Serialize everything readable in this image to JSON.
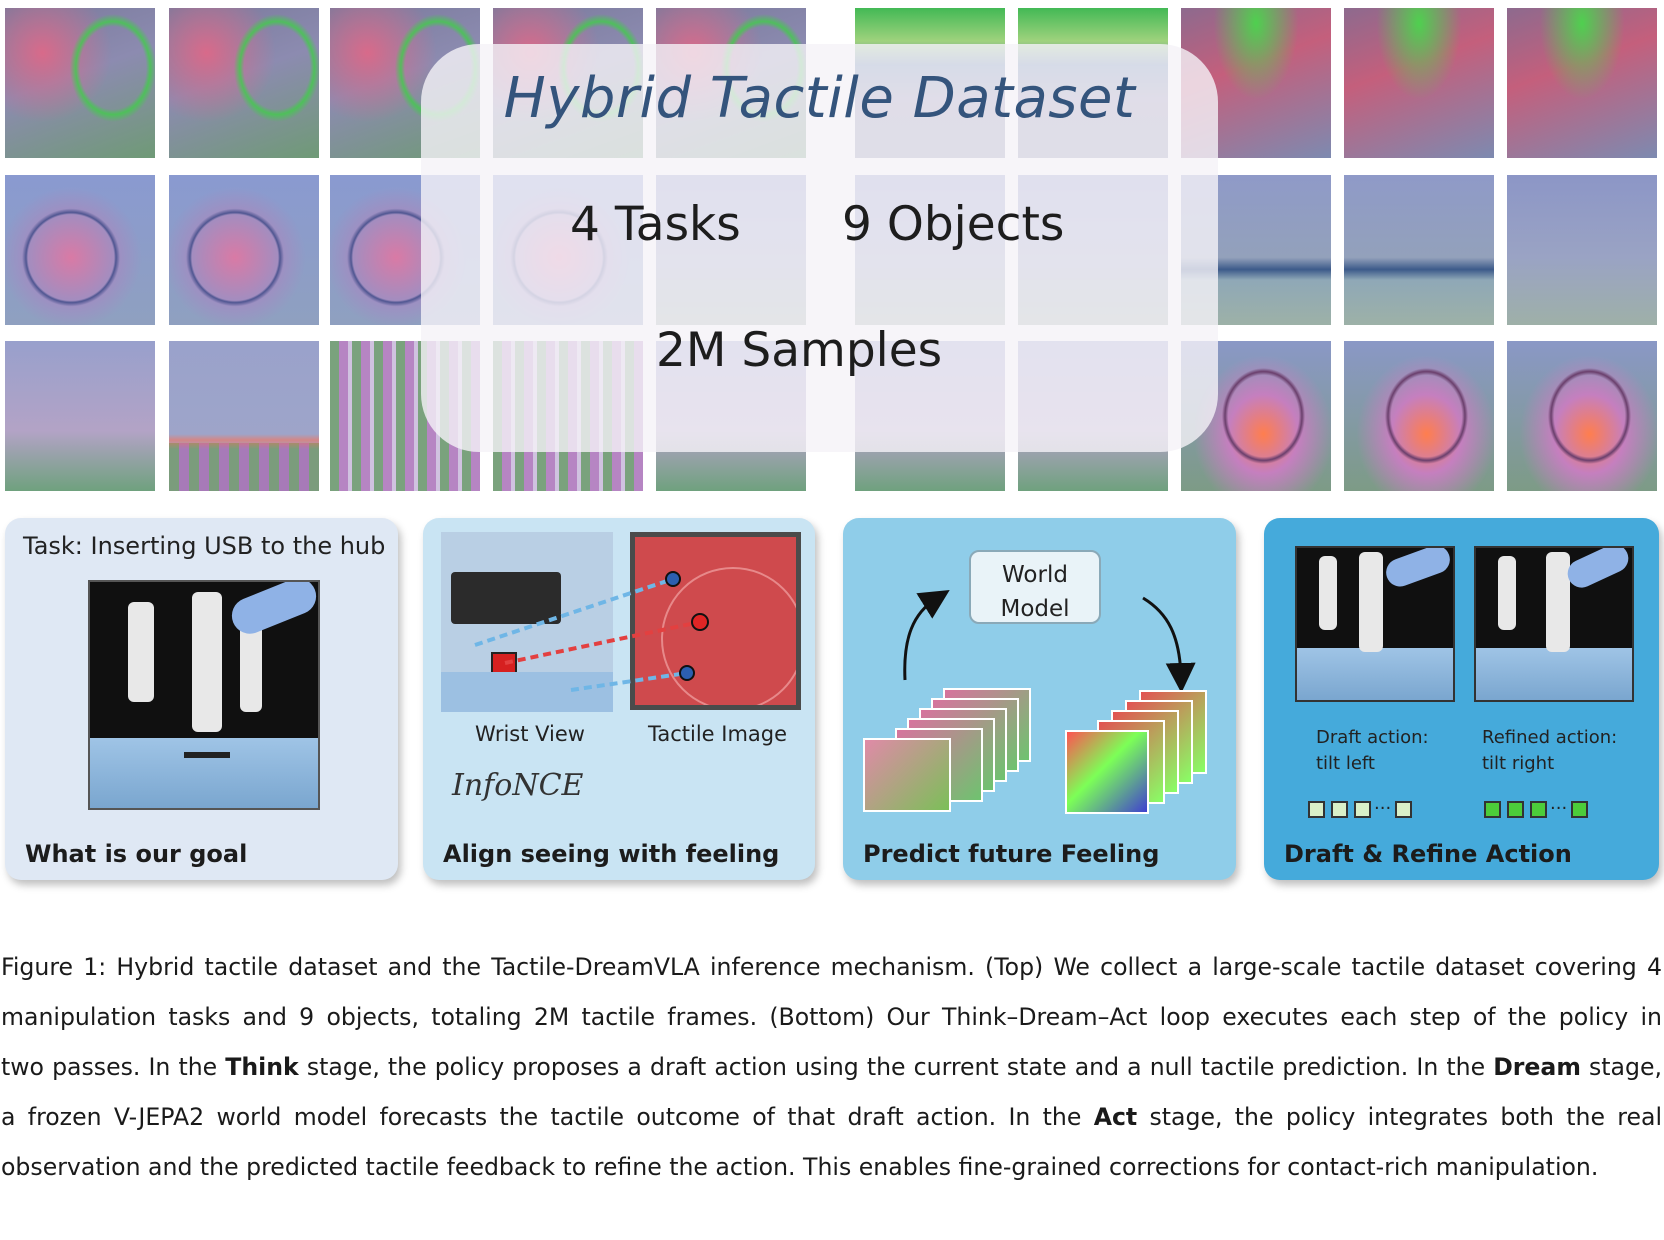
{
  "dataset": {
    "title": "Hybrid Tactile Dataset",
    "tasks": "4 Tasks",
    "objects": "9 Objects",
    "samples": "2M Samples"
  },
  "panels": {
    "goal": {
      "task_label": "Task: Inserting USB to the hub",
      "title": "What is our goal"
    },
    "align": {
      "wrist_label": "Wrist View",
      "tactile_label": "Tactile Image",
      "loss_label": "InfoNCE",
      "title": "Align seeing with feeling"
    },
    "predict": {
      "world_model_line1": "World",
      "world_model_line2": "Model",
      "title": "Predict future Feeling"
    },
    "refine": {
      "draft_line1": "Draft action:",
      "draft_line2": "tilt left",
      "refined_line1": "Refined action:",
      "refined_line2": "tilt right",
      "title": "Draft & Refine Action"
    }
  },
  "colors": {
    "title_blue": "#34547c",
    "panel_goal": "#dfe8f4",
    "panel_align": "#c9e4f3",
    "panel_predict": "#8fcde9",
    "panel_refine": "#45aadb"
  },
  "caption": {
    "l1": "Figure 1: Hybrid tactile dataset and the Tactile-DreamVLA inference mechanism. (Top) We collect a large-scale tactile dataset covering 4",
    "l2": "manipulation tasks and 9 objects, totaling 2M tactile frames. (Bottom) Our Think–Dream–Act loop executes each step of the policy in",
    "l3_a": "two passes. In the ",
    "l3_b": "Think",
    "l3_c": " stage, the policy proposes a draft action using the current state and a null tactile prediction. In the ",
    "l3_d": "Dream",
    "l3_e": " stage,",
    "l4_a": "a frozen V-JEPA2 world model forecasts the tactile outcome of that draft action. In the ",
    "l4_b": "Act",
    "l4_c": " stage, the policy integrates both the real",
    "l5": "observation and the predicted tactile feedback to refine the action. This enables fine-grained corrections for contact-rich manipulation."
  }
}
